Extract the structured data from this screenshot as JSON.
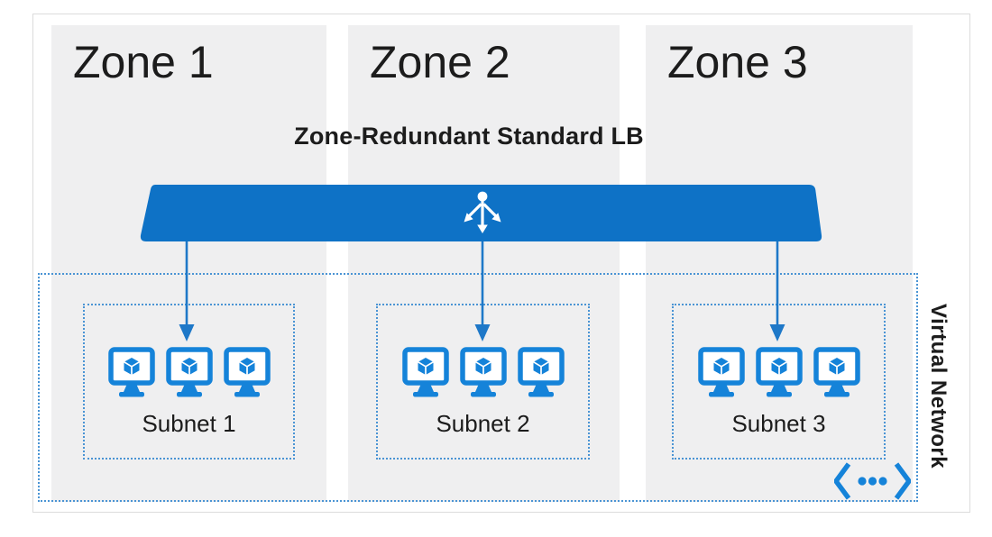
{
  "zones": [
    {
      "label": "Zone 1"
    },
    {
      "label": "Zone 2"
    },
    {
      "label": "Zone 3"
    }
  ],
  "load_balancer": {
    "label": "Zone-Redundant Standard LB"
  },
  "subnets": [
    {
      "label": "Subnet 1",
      "vm_count": 3
    },
    {
      "label": "Subnet 2",
      "vm_count": 3
    },
    {
      "label": "Subnet 3",
      "vm_count": 3
    }
  ],
  "virtual_network": {
    "label": "Virtual Network"
  },
  "colors": {
    "lb_blue": "#0e72c6",
    "vm_blue": "#1583d9",
    "arrow_blue": "#1e78c8",
    "dot_border": "#4a94d4",
    "zone_band": "#efeff0",
    "text_dark": "#1c1c1c",
    "frame_border": "#dcdcdc"
  }
}
